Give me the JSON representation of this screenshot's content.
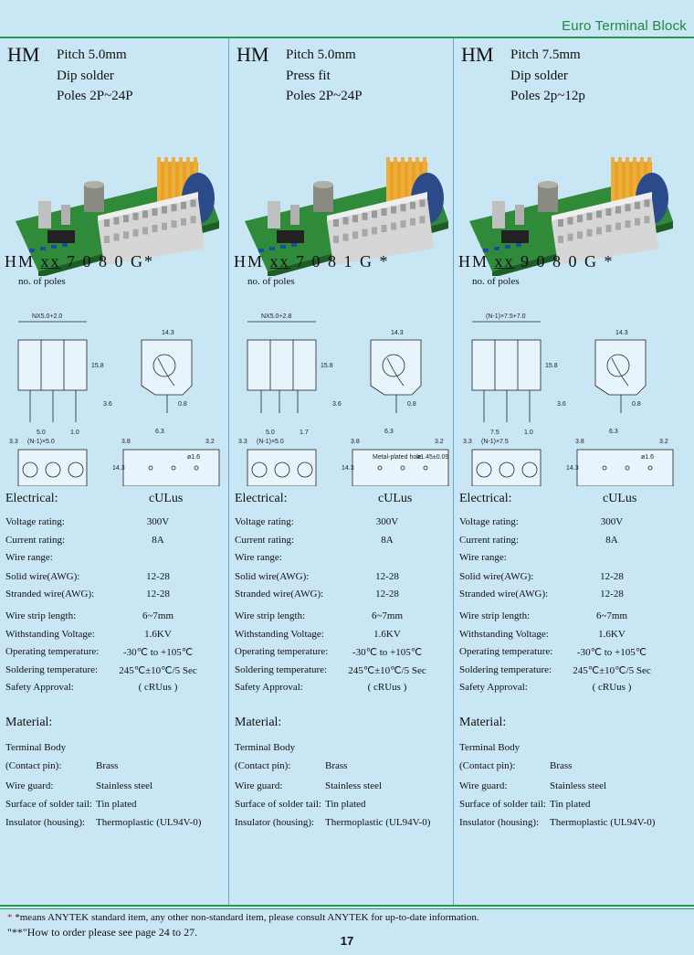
{
  "header": {
    "title": "Euro Terminal Block"
  },
  "columns": [
    {
      "series": "HM",
      "pitch": "Pitch 5.0mm",
      "mount": "Dip solder",
      "poles": "Poles  2P~24P",
      "part_prefix": "HM",
      "part_xx": "xx",
      "part_code": "7 0 8 0 G*",
      "poles_note": "no. of poles",
      "drawing": {
        "top_dim": "NX5.0+2.0",
        "side_dim": "14.3",
        "height_dim": "15.8",
        "pitch_dim": "5.0",
        "pin_dim": "1.0",
        "hole_dim": "(N-1)×5.0",
        "left_dim": "3.8",
        "right_dim": "3.2",
        "h_dim": "14.3",
        "half_dim": "6.3",
        "d_dim": "3.3",
        "dia_dim": "ø1.6",
        "tail_dim": "3.6",
        "small_dim": "0.8",
        "extra": ""
      },
      "electrical": {
        "heading": "Electrical:",
        "cert": "cULus",
        "voltage": "300V",
        "current": "8A",
        "solid": "12-28",
        "stranded": "12-28",
        "strip": "6~7mm",
        "withstand": "1.6KV",
        "temp": "-30℃ to +105℃",
        "solder": "245℃±10℃/5 Sec",
        "approval": "( cRUus )"
      },
      "material": {
        "heading": "Material:",
        "body": "Terminal Body",
        "pin_label": "(Contact pin):",
        "pin": "Brass",
        "guard_label": "Wire guard:",
        "guard": "Stainless steel",
        "surface_label": "Surface of solder tail:",
        "surface": "Tin plated",
        "insulator_label": "Insulator (housing):",
        "insulator": "Thermoplastic (UL94V-0)"
      }
    },
    {
      "series": "HM",
      "pitch": "Pitch 5.0mm",
      "mount": "Press fit",
      "poles": "Poles  2P~24P",
      "part_prefix": "HM",
      "part_xx": "xx",
      "part_code": "7 0 8 1 G *",
      "poles_note": "no. of poles",
      "drawing": {
        "top_dim": "NX5.0+2.8",
        "side_dim": "14.3",
        "height_dim": "15.8",
        "pitch_dim": "5.0",
        "pin_dim": "1.7",
        "hole_dim": "(N-1)×5.0",
        "left_dim": "3.8",
        "right_dim": "3.2",
        "h_dim": "14.3",
        "half_dim": "6.3",
        "d_dim": "3.3",
        "dia_dim": "ø1.45±0.09",
        "tail_dim": "3.6",
        "small_dim": "0.8",
        "extra": "Metal-plated hole"
      },
      "electrical": {
        "heading": "Electrical:",
        "cert": "cULus",
        "voltage": "300V",
        "current": "8A",
        "solid": "12-28",
        "stranded": "12-28",
        "strip": "6~7mm",
        "withstand": "1.6KV",
        "temp": "-30℃ to +105℃",
        "solder": "245℃±10℃/5 Sec",
        "approval": "( cRUus )"
      },
      "material": {
        "heading": "Material:",
        "body": "Terminal Body",
        "pin_label": "(Contact pin):",
        "pin": "Brass",
        "guard_label": "Wire guard:",
        "guard": "Stainless steel",
        "surface_label": "Surface of solder tail:",
        "surface": "Tin plated",
        "insulator_label": "Insulator (housing):",
        "insulator": "Thermoplastic (UL94V-0)"
      }
    },
    {
      "series": "HM",
      "pitch": "Pitch 7.5mm",
      "mount": "Dip solder",
      "poles": "Poles  2p~12p",
      "part_prefix": "HM",
      "part_xx": "xx",
      "part_code": "9 0 8 0 G *",
      "poles_note": "no. of poles",
      "drawing": {
        "top_dim": "(N-1)×7.5+7.0",
        "side_dim": "14.3",
        "height_dim": "15.8",
        "pitch_dim": "7.5",
        "pin_dim": "1.0",
        "hole_dim": "(N-1)×7.5",
        "left_dim": "3.8",
        "right_dim": "3.2",
        "h_dim": "14.3",
        "half_dim": "6.3",
        "d_dim": "3.3",
        "dia_dim": "ø1.6",
        "tail_dim": "3.6",
        "small_dim": "0.8",
        "extra": ""
      },
      "electrical": {
        "heading": "Electrical:",
        "cert": "cULus",
        "voltage": "300V",
        "current": "8A",
        "solid": "12-28",
        "stranded": "12-28",
        "strip": "6~7mm",
        "withstand": "1.6KV",
        "temp": "-30℃ to +105℃",
        "solder": "245℃±10℃/5 Sec",
        "approval": "( cRUus )"
      },
      "material": {
        "heading": "Material:",
        "body": "Terminal Body",
        "pin_label": "(Contact pin):",
        "pin": "Brass",
        "guard_label": "Wire guard:",
        "guard": "Stainless steel",
        "surface_label": "Surface of solder tail:",
        "surface": "Tin plated",
        "insulator_label": "Insulator (housing):",
        "insulator": "Thermoplastic (UL94V-0)"
      }
    }
  ],
  "labels": {
    "voltage": "Voltage rating:",
    "current": "Current rating:",
    "wire_range": "Wire range:",
    "solid": "Solid wire(AWG):",
    "stranded": "Stranded wire(AWG):",
    "strip": "Wire strip length:",
    "withstand": "Withstanding Voltage:",
    "temp": "Operating temperature:",
    "solder": "Soldering temperature:",
    "approval": "Safety Approval:"
  },
  "footer": {
    "note_star": "*",
    "note1": " *means ANYTEK standard item, any other non-standard item, please consult ANYTEK for up-to-date information.",
    "note2_star": "\"**\"",
    "note2": "How to order please see page 24 to 27.",
    "page": "17"
  },
  "colors": {
    "accent": "#2a9a52",
    "background": "#c9e6f5",
    "pcb": "#2f8a3a",
    "terminal": "#d6d6d6",
    "heatsink": "#f0a020"
  }
}
